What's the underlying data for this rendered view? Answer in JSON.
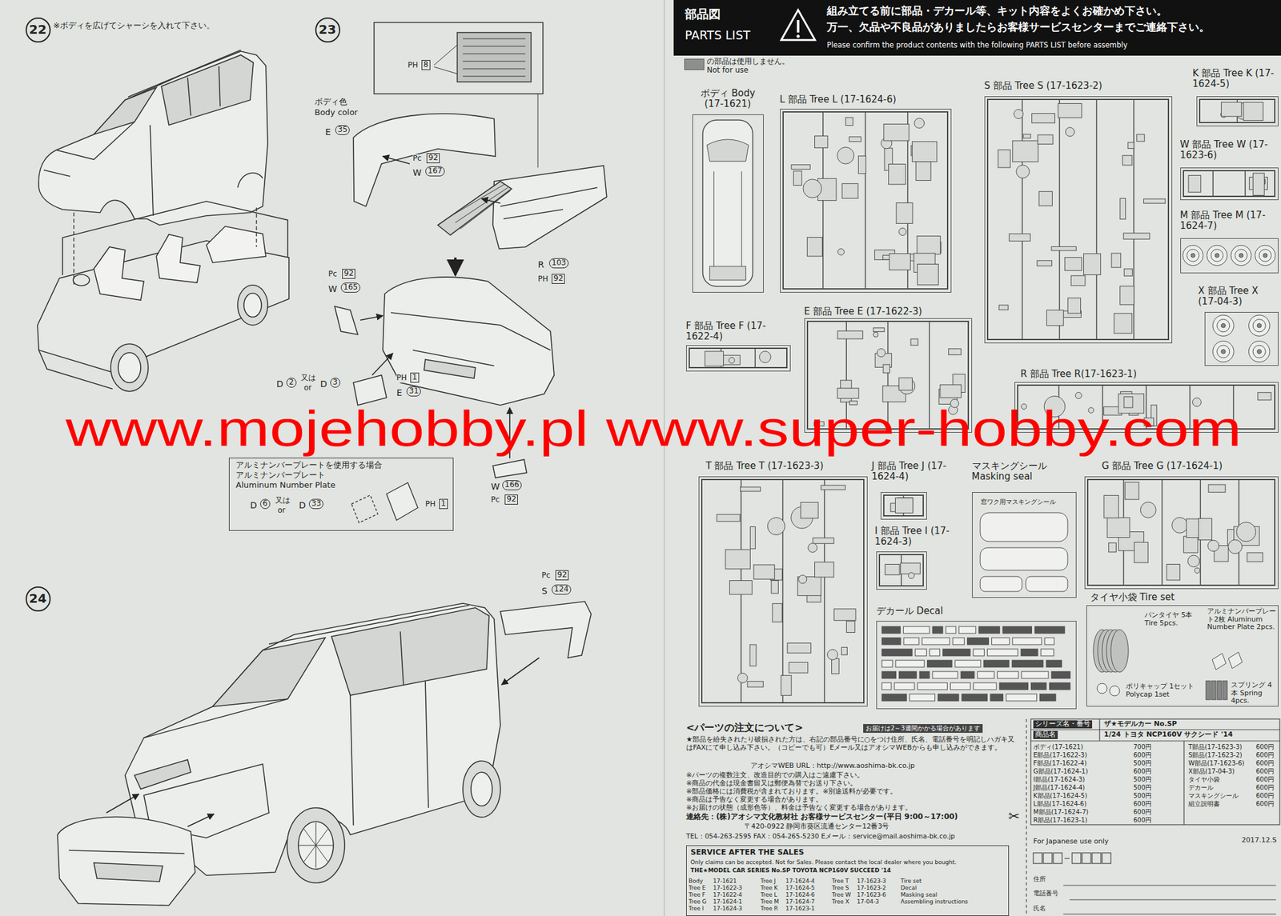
{
  "diagram": {
    "nodes": [
      {
        "text": [
          "22"
        ]
      },
      {
        "text": [
          "23"
        ]
      },
      {
        "text": [
          "アルミナンバープレートを使用する場合",
          "アルミナンバープレート",
          "Aluminum Number Plate"
        ]
      },
      {
        "text": [
          "24"
        ]
      },
      {
        "text": [
          "部品図",
          "PARTS LIST",
          "組み立てる前に部品・デカール等、キット内容をよくお確かめ下さい。",
          "万一、欠品や不良品がありましたらお客様サービスセンターまでご連絡下さい。",
          "Please confirm the product contents with the following PARTS LIST before assembly"
        ]
      },
      {
        "text": [
          "ボディ Body (17-1621)"
        ]
      },
      {
        "text": [
          "L 部品 Tree L (17-1624-6)"
        ]
      },
      {
        "text": [
          "S 部品 Tree S (17-1623-2)"
        ]
      },
      {
        "text": [
          "K 部品 Tree K (17-1624-5)"
        ]
      },
      {
        "text": [
          "W 部品 Tree W (17-1623-6)"
        ]
      },
      {
        "text": [
          "M 部品 Tree M (17-1624-7)"
        ]
      },
      {
        "text": [
          "X 部品 Tree X (17-04-3)"
        ]
      },
      {
        "text": [
          "F 部品 Tree F (17-1622-4)"
        ]
      },
      {
        "text": [
          "E 部品 Tree E (17-1622-3)"
        ]
      },
      {
        "text": [
          "R 部品 Tree R(17-1623-1)"
        ]
      },
      {
        "text": [
          "T 部品 Tree T (17-1623-3)"
        ]
      },
      {
        "text": [
          "J 部品 Tree J (17-1624-4)"
        ]
      },
      {
        "text": [
          "マスキングシール Masking seal"
        ]
      },
      {
        "text": [
          "G 部品 Tree G (17-1624-1)"
        ]
      },
      {
        "text": [
          "I 部品 Tree I (17-1624-3)"
        ]
      },
      {
        "text": [
          "デカール Decal"
        ]
      },
      {
        "text": [
          "タイヤ小袋 Tire set"
        ]
      },
      {
        "text": [
          "SERVICE AFTER THE SALES",
          "Only claims can be accepted. Not for Sales. Please contact the local dealer where you bought.",
          "THE★MODEL CAR SERIES No.SP TOYOTA NCP160V SUCCEED '14"
        ]
      }
    ],
    "labels": [
      "※ボディを広げてシャーシを入れて下さい。",
      "PH",
      "8",
      "ボディ色",
      "Body color",
      "E",
      "35",
      "Pc",
      "92",
      "W",
      "167",
      "R",
      "103",
      "PH",
      "92",
      "Pc",
      "92",
      "W",
      "165",
      "D",
      "2",
      "又は",
      "or",
      "D",
      "3",
      "PH",
      "1",
      "E",
      "31",
      "D",
      "6",
      "又は",
      "or",
      "D",
      "33",
      "PH",
      "1",
      "W",
      "166",
      "Pc",
      "92",
      "Pc",
      "92",
      "S",
      "124",
      "www.mojehobby.pl www.super-hobby.com",
      "窓ワク用マスキングシール",
      "<パーツの注文について>",
      "お届けは2～3週間かかる場合があります",
      "★部品を紛失されたり破損された方は、右記の部品番号に○をつけ住所、氏名、電話番号を明記しハガキ又はFAXにて申し込み下さい。（コピーでも可）Eメール又はアオシマWEBからも申し込みができます。",
      "アオシマWEB URL：http://www.aoshima-bk.co.jp",
      "※パーツの複数注文、改造目的での購入はご遠慮下さい。",
      "※商品の代金は現金書留又は郵便為替でお送り下さい。",
      "※部品価格には消費税が含まれております。※別途送料が必要です。",
      "※商品は予告なく変更する場合があります。",
      "※お届けの状態（成形色等）、料金は予告なく変更する場合があります。",
      "連絡先：(株)アオシマ文化教材社 お客様サービスセンター(平日 9:00～17:00)",
      "〒420-0922 静岡市葵区流通センター12番3号",
      "TEL：054-263-2595 FAX：054-265-5230 Eメール：service@mail.aoshima-bk.co.jp",
      "Body",
      "Tree E",
      "Tree F",
      "Tree G",
      "Tree I",
      "17-1621",
      "17-1622-3",
      "17-1622-4",
      "17-1624-1",
      "17-1624-3",
      "Tree J",
      "Tree K",
      "Tree L",
      "Tree M",
      "Tree R",
      "17-1624-4",
      "17-1624-5",
      "17-1624-6",
      "17-1624-7",
      "17-1623-1",
      "Tree T",
      "Tree S",
      "Tree W",
      "Tree X",
      "17-1623-3",
      "17-1623-2",
      "17-1623-6",
      "17-04-3",
      "Tire set",
      "Decal",
      "Masking seal",
      "Assembling instructions",
      "シリーズ名・番号",
      "ザ★モデルカー No.SP",
      "商品名",
      "1/24 トヨタ NCP160V サクシード '14",
      "ボディ(17-1621)",
      "700円",
      "E部品(17-1622-3)",
      "600円",
      "F部品(17-1622-4)",
      "500円",
      "G部品(17-1624-1)",
      "600円",
      "I部品(17-1624-3)",
      "500円",
      "J部品(17-1624-4)",
      "500円",
      "K部品(17-1624-5)",
      "500円",
      "L部品(17-1624-6)",
      "600円",
      "M部品(17-1624-7)",
      "600円",
      "R部品(17-1623-1)",
      "600円",
      "T部品(17-1623-3)",
      "600円",
      "S部品(17-1623-2)",
      "600円",
      "W部品(17-1623-6)",
      "600円",
      "X部品(17-04-3)",
      "600円",
      "タイヤ小袋",
      "600円",
      "デカール",
      "600円",
      "マスキングシール",
      "600円",
      "組立説明書",
      "600円",
      "✂",
      "For Japanese use only",
      "2017.12.S",
      "住所",
      "電話番号",
      "氏名",
      "パンタイヤ 5本 Tire 5pcs.",
      "アルミナンバープレート2枚 Aluminum Number Plate 2pcs.",
      "ポリキャップ 1セット Polycap 1set",
      "スプリング 4本 Spring 4pcs."
    ],
    "legend": [
      {
        "text": "の部品は使用しません。 Not for use",
        "color": "#8c8f8b"
      }
    ]
  }
}
